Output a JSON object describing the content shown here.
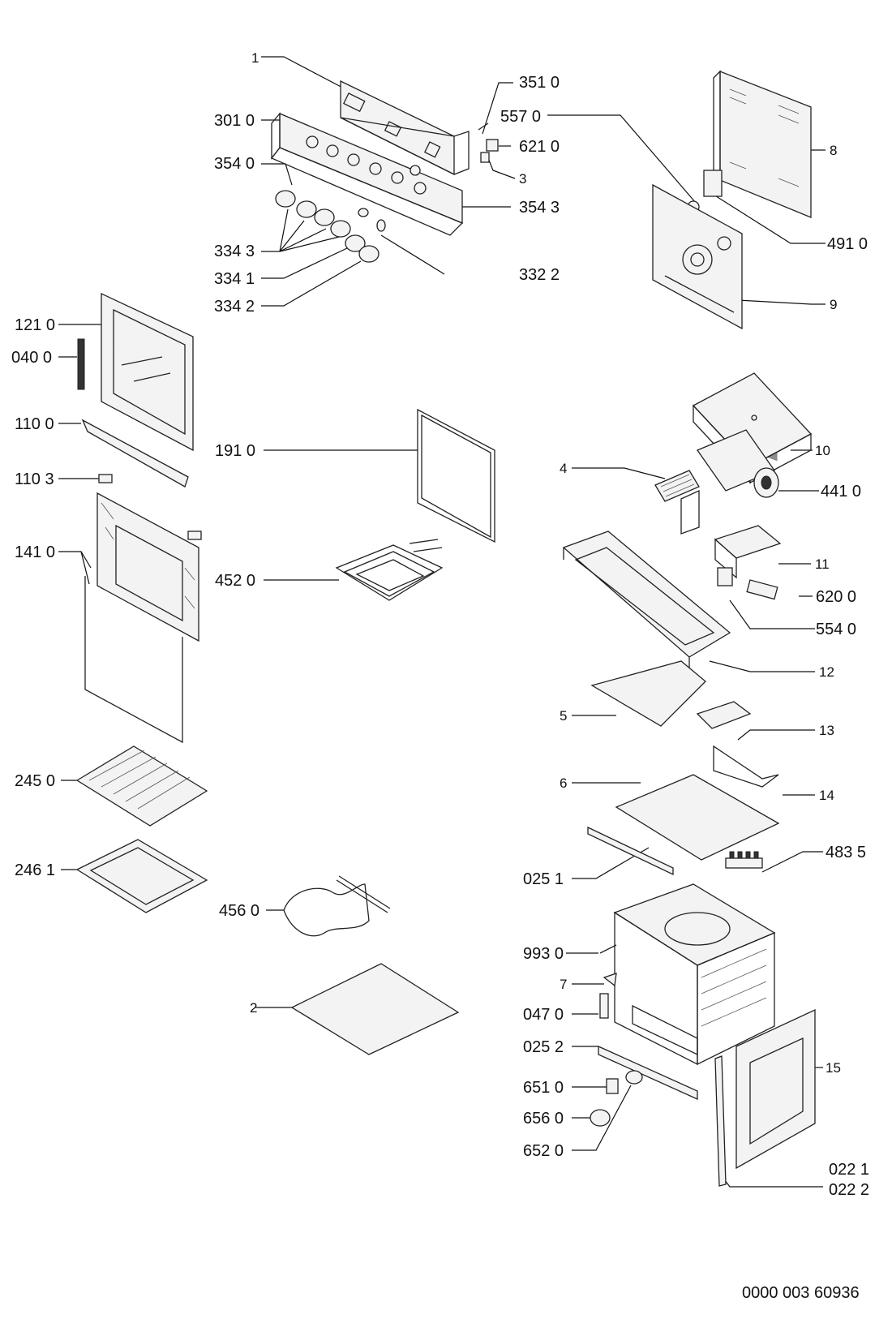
{
  "labels": {
    "l1": "1",
    "l301_0": "301 0",
    "l354_0": "354 0",
    "l334_3": "334 3",
    "l334_1": "334 1",
    "l334_2": "334 2",
    "l351_0": "351 0",
    "l557_0": "557 0",
    "l621_0": "621 0",
    "l3": "3",
    "l354_3": "354 3",
    "l332_2": "332 2",
    "l8": "8",
    "l491_0": "491 0",
    "l9": "9",
    "l121_0": "121 0",
    "l040_0": "040 0",
    "l110_0": "110 0",
    "l110_3": "110 3",
    "l141_0": "141 0",
    "l191_0": "191 0",
    "l452_0": "452 0",
    "l10": "10",
    "l4": "4",
    "l441_0": "441 0",
    "l11": "11",
    "l620_0": "620 0",
    "l554_0": "554 0",
    "l12": "12",
    "l5": "5",
    "l13": "13",
    "l6": "6",
    "l14": "14",
    "l483_5": "483 5",
    "l025_1": "025 1",
    "l245_0": "245 0",
    "l246_1": "246 1",
    "l456_0": "456 0",
    "l2": "2",
    "l993_0": "993 0",
    "l7": "7",
    "l047_0": "047 0",
    "l025_2": "025 2",
    "l15": "15",
    "l651_0": "651 0",
    "l656_0": "656 0",
    "l652_0": "652 0",
    "l022_1": "022 1",
    "l022_2": "022 2"
  },
  "document_id": "0000 003 60936"
}
